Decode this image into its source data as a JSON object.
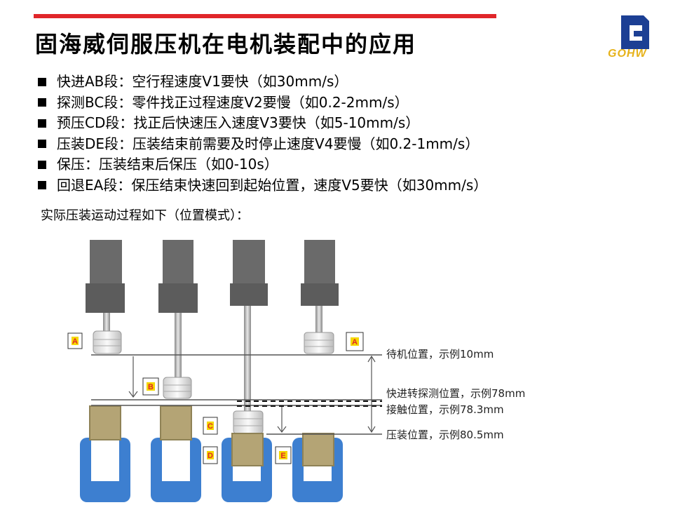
{
  "header": {
    "title": "固海威伺服压机在电机装配中的应用",
    "logo_text": "GOHW"
  },
  "bullets": [
    "快进AB段：空行程速度V1要快（如30mm/s）",
    "探测BC段：零件找正过程速度V2要慢（如0.2-2mm/s）",
    "预压CD段：找正后快速压入速度V3要快（如5-10mm/s）",
    "压装DE段：压装结束前需要及时停止速度V4要慢（如0.2-1mm/s）",
    "保压：压装结束后保压（如0-10s）",
    "回退EA段：保压结束快速回到起始位置，速度V5要快（如30mm/s）"
  ],
  "subtitle": "实际压装运动过程如下（位置模式）：",
  "diagram": {
    "markers": [
      "A",
      "B",
      "C",
      "D",
      "E",
      "A"
    ],
    "position_labels": [
      "待机位置，示例10mm",
      "快进转探测位置，示例78mm",
      "接触位置，示例78.3mm",
      "压装位置，示例80.5mm"
    ]
  },
  "colors": {
    "accent_red": "#e0262a",
    "logo_blue": "#1c3f94",
    "logo_gold": "#e6b21a",
    "fixture_blue": "#3d7fd0",
    "part_tan": "#b4a475",
    "actuator_gray": "#6a6a6a"
  }
}
